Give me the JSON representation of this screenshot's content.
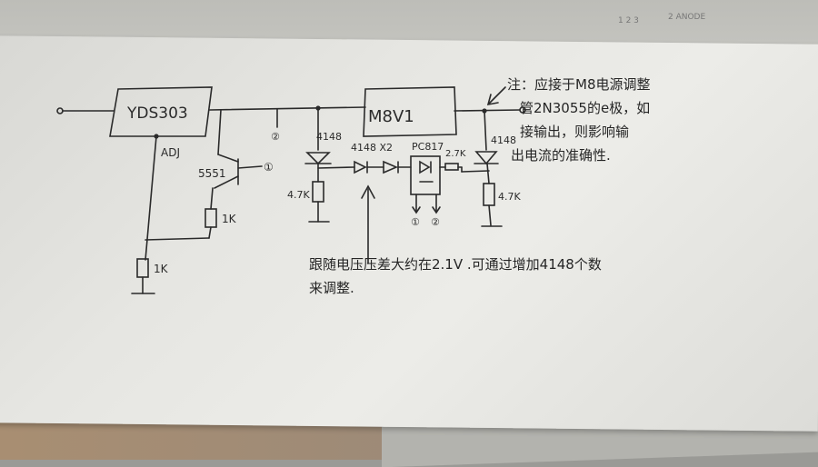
{
  "photo": {
    "subject": "Hand-drawn circuit schematic on white paper",
    "background_sheet_text": {
      "corner_label": "2 ANODE",
      "pin_label": "1 2 3"
    }
  },
  "schematic": {
    "regulator_label": "YDS303",
    "adj_label": "ADJ",
    "module_label": "M8V1",
    "transistor_label": "5551",
    "resistor_1k_a": "1K",
    "resistor_1k_b": "1K",
    "diode_left_label": "4148",
    "diode_series_label": "4148 X2",
    "optocoupler_label": "PC817",
    "resistor_27k_label": "2.7K",
    "diode_right_label": "4148",
    "resistor_47k_left": "4.7K",
    "resistor_47k_right": "4.7K",
    "node_1": "①",
    "node_2": "②",
    "opto_out_1": "①",
    "opto_out_2": "②"
  },
  "notes": {
    "top_right": [
      "注：应接于M8电源调整",
      "管2N3055的e极，如",
      "接输出，则影响输",
      "出电流的准确性."
    ],
    "bottom": [
      "跟随电压压差大约在2.1V .可通过增加4148个数",
      "来调整."
    ]
  }
}
